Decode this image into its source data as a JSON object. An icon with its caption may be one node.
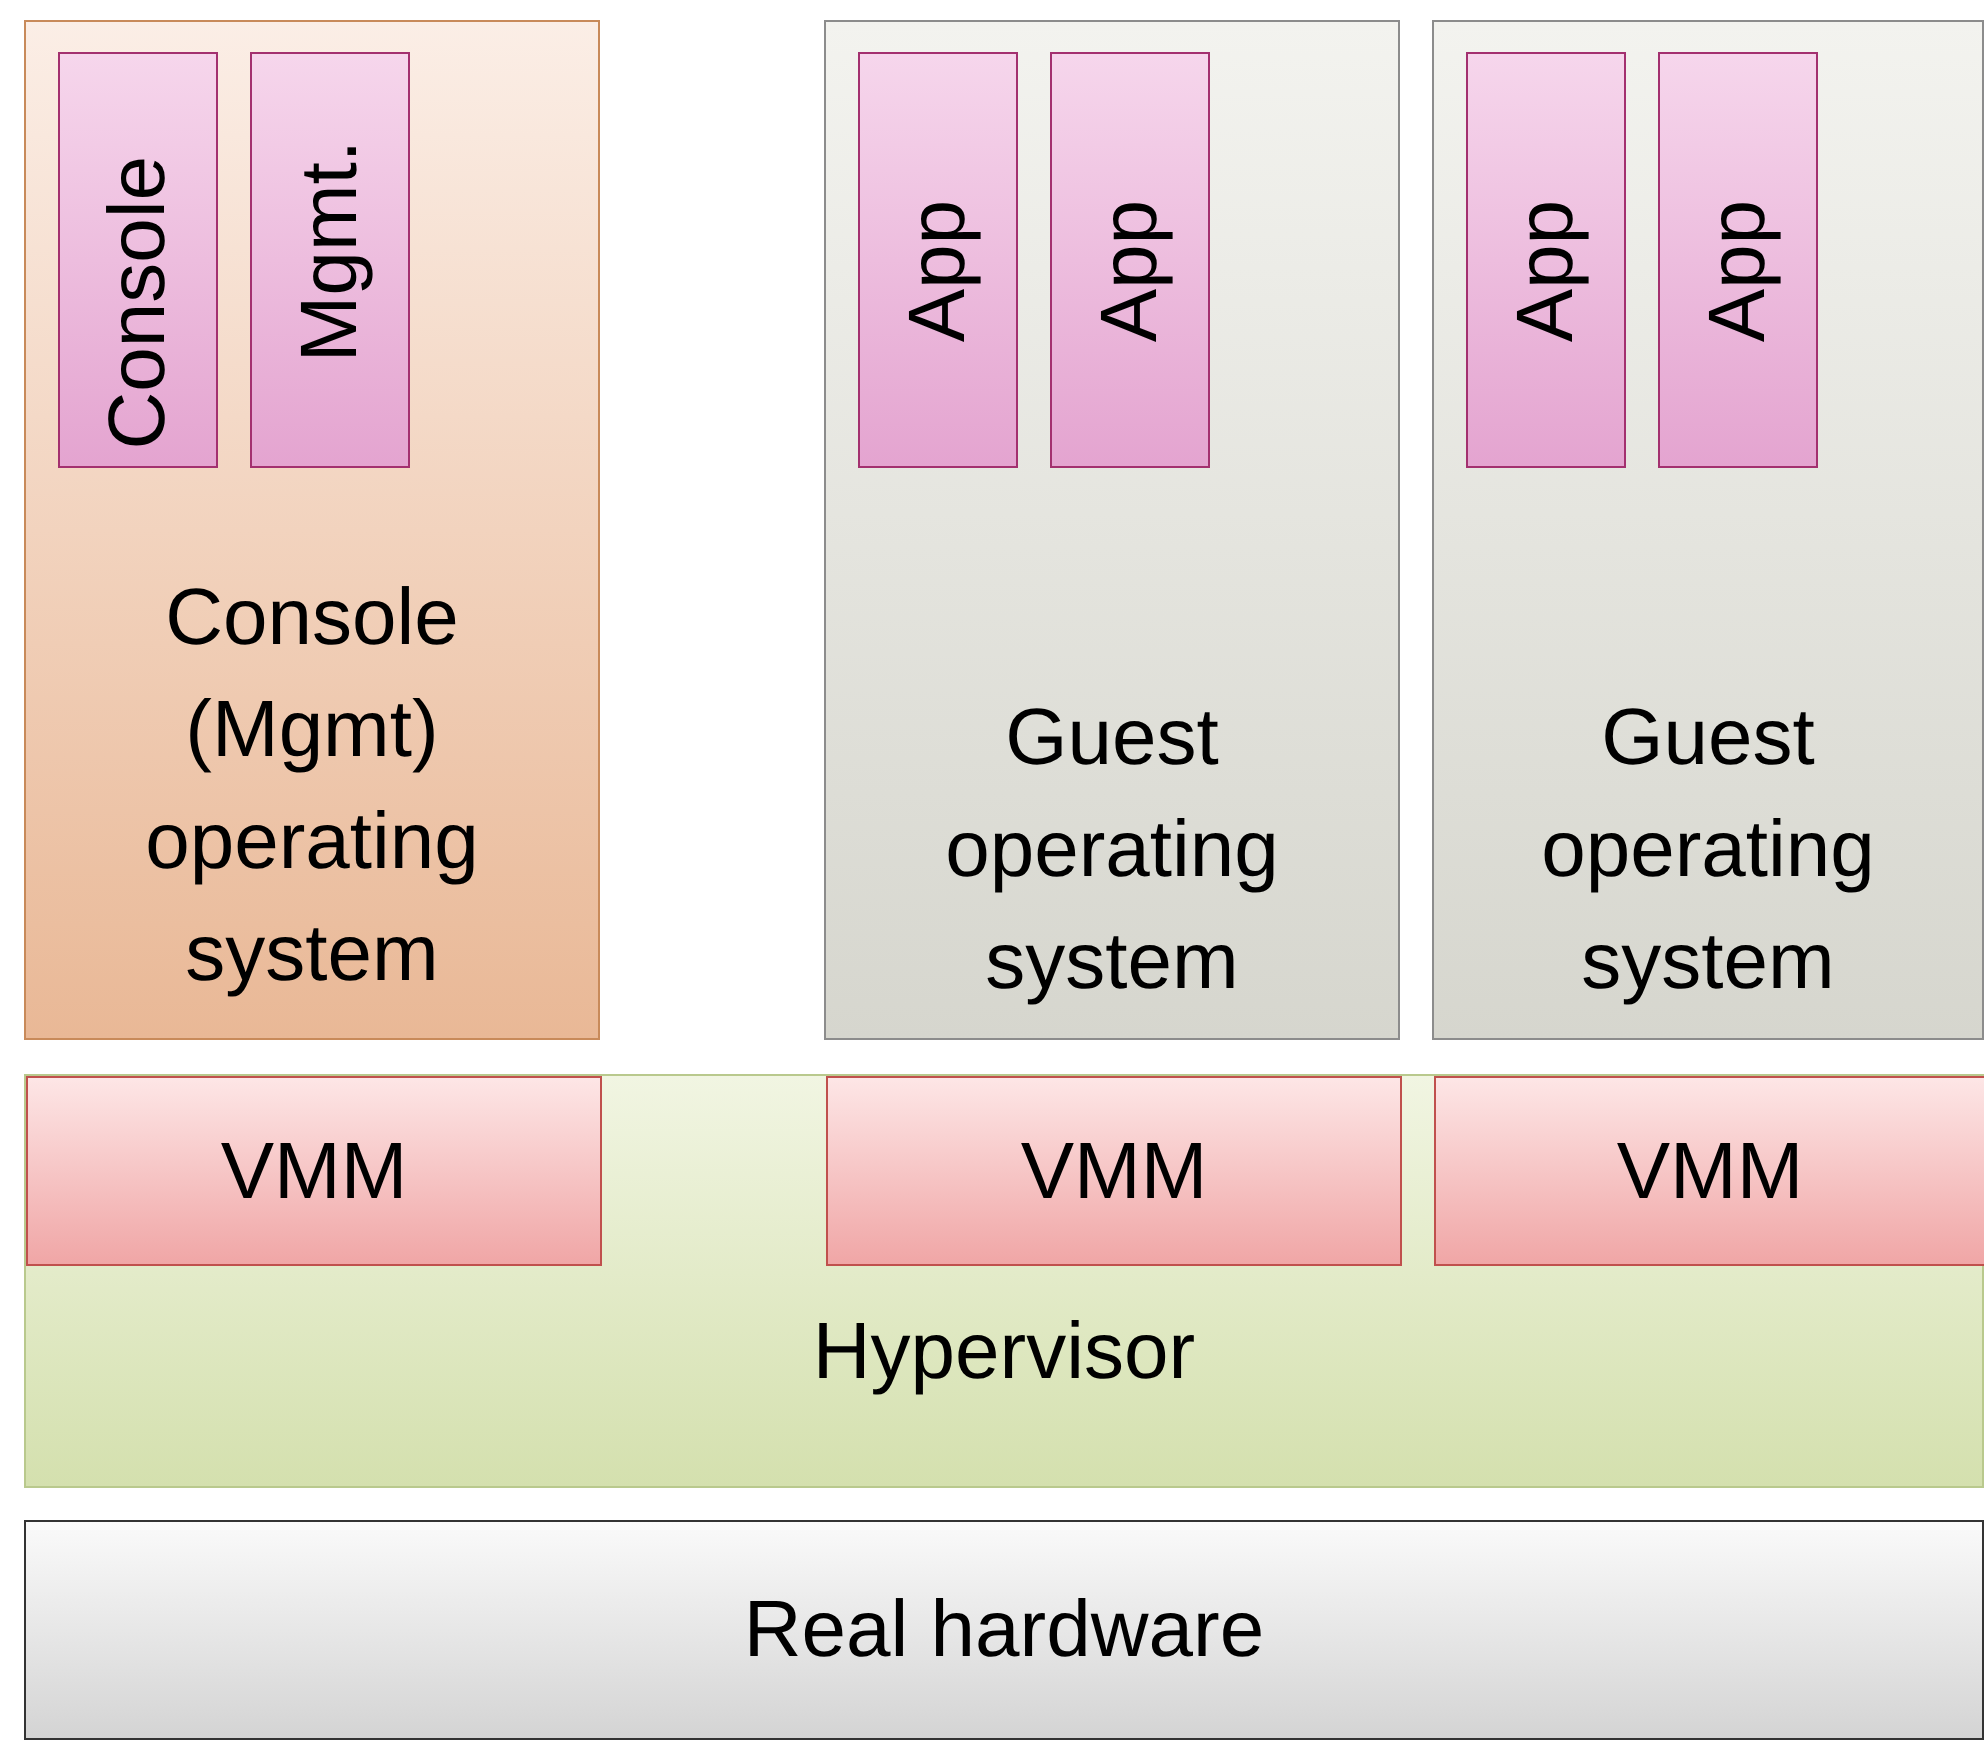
{
  "diagram": {
    "nodes": [
      {
        "text": [
          "Console (Mgmt) operating system"
        ]
      },
      {
        "text": [
          "Console"
        ],
        "in": 0
      },
      {
        "text": [
          "Mgmt."
        ],
        "in": 0
      },
      {
        "text": [
          "Guest operating system"
        ]
      },
      {
        "text": [
          "App"
        ],
        "in": 3
      },
      {
        "text": [
          "App"
        ],
        "in": 3
      },
      {
        "text": [
          "Guest operating system"
        ]
      },
      {
        "text": [
          "App"
        ],
        "in": 6
      },
      {
        "text": [
          "App"
        ],
        "in": 6
      },
      {
        "text": [
          "Hypervisor"
        ]
      },
      {
        "text": [
          "VMM"
        ],
        "in": 9
      },
      {
        "text": [
          "VMM"
        ],
        "in": 9
      },
      {
        "text": [
          "VMM"
        ],
        "in": 9
      },
      {
        "text": [
          "Real hardware"
        ]
      }
    ]
  }
}
